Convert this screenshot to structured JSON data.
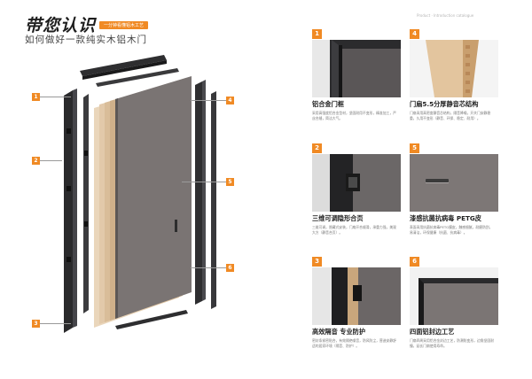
{
  "header": {
    "title": "带您认识",
    "tag": "一分钟看懂铝木工艺",
    "subtitle": "如何做好一款纯实木铝木门",
    "top_right": "Product · Introduction catalogue"
  },
  "diagram": {
    "markers": [
      "1",
      "2",
      "3",
      "4",
      "5",
      "6"
    ]
  },
  "features": [
    {
      "num": "1",
      "title": "铝合金门框",
      "desc": "采用高强度铝合金型材，坚固耐用不变形，精准加工，严丝合缝，简洁大气。"
    },
    {
      "num": "4",
      "title": "门扇5.5分厚静音芯结构",
      "desc": "门扇采用高密度静音芯结构，隔音降噪，开关门安静稳重，久用不变形（静音、环保、稳定、耐用）。"
    },
    {
      "num": "2",
      "title": "三维可调隐形合页",
      "desc": "三维可调，隐藏式安装，门扇开合顺滑，承重力强，美观大方（静音合页）。"
    },
    {
      "num": "5",
      "title": "漆感抗菌抗病毒 PETG皮",
      "desc": "表面采用抗菌抗病毒PETG膜皮，触感细腻，耐磨防刮，易清洁，环保健康（抗菌、抗病毒）。"
    },
    {
      "num": "3",
      "title": "高效隔音 专业防护",
      "desc": "密封条紧密贴合，有效隔绝噪音，防风防尘，营造安静舒适的居家环境（隔音、防护）。"
    },
    {
      "num": "6",
      "title": "四面铝封边工艺",
      "desc": "门扇四周采用铝合金封边工艺，防潮防变形，边角坚固耐撞，延长门扇使用寿命。"
    }
  ],
  "colors": {
    "accent": "#f08a24",
    "door_gray": "#7a7473",
    "frame_dark": "#2e2e30",
    "wood": "#e2c9aa"
  }
}
